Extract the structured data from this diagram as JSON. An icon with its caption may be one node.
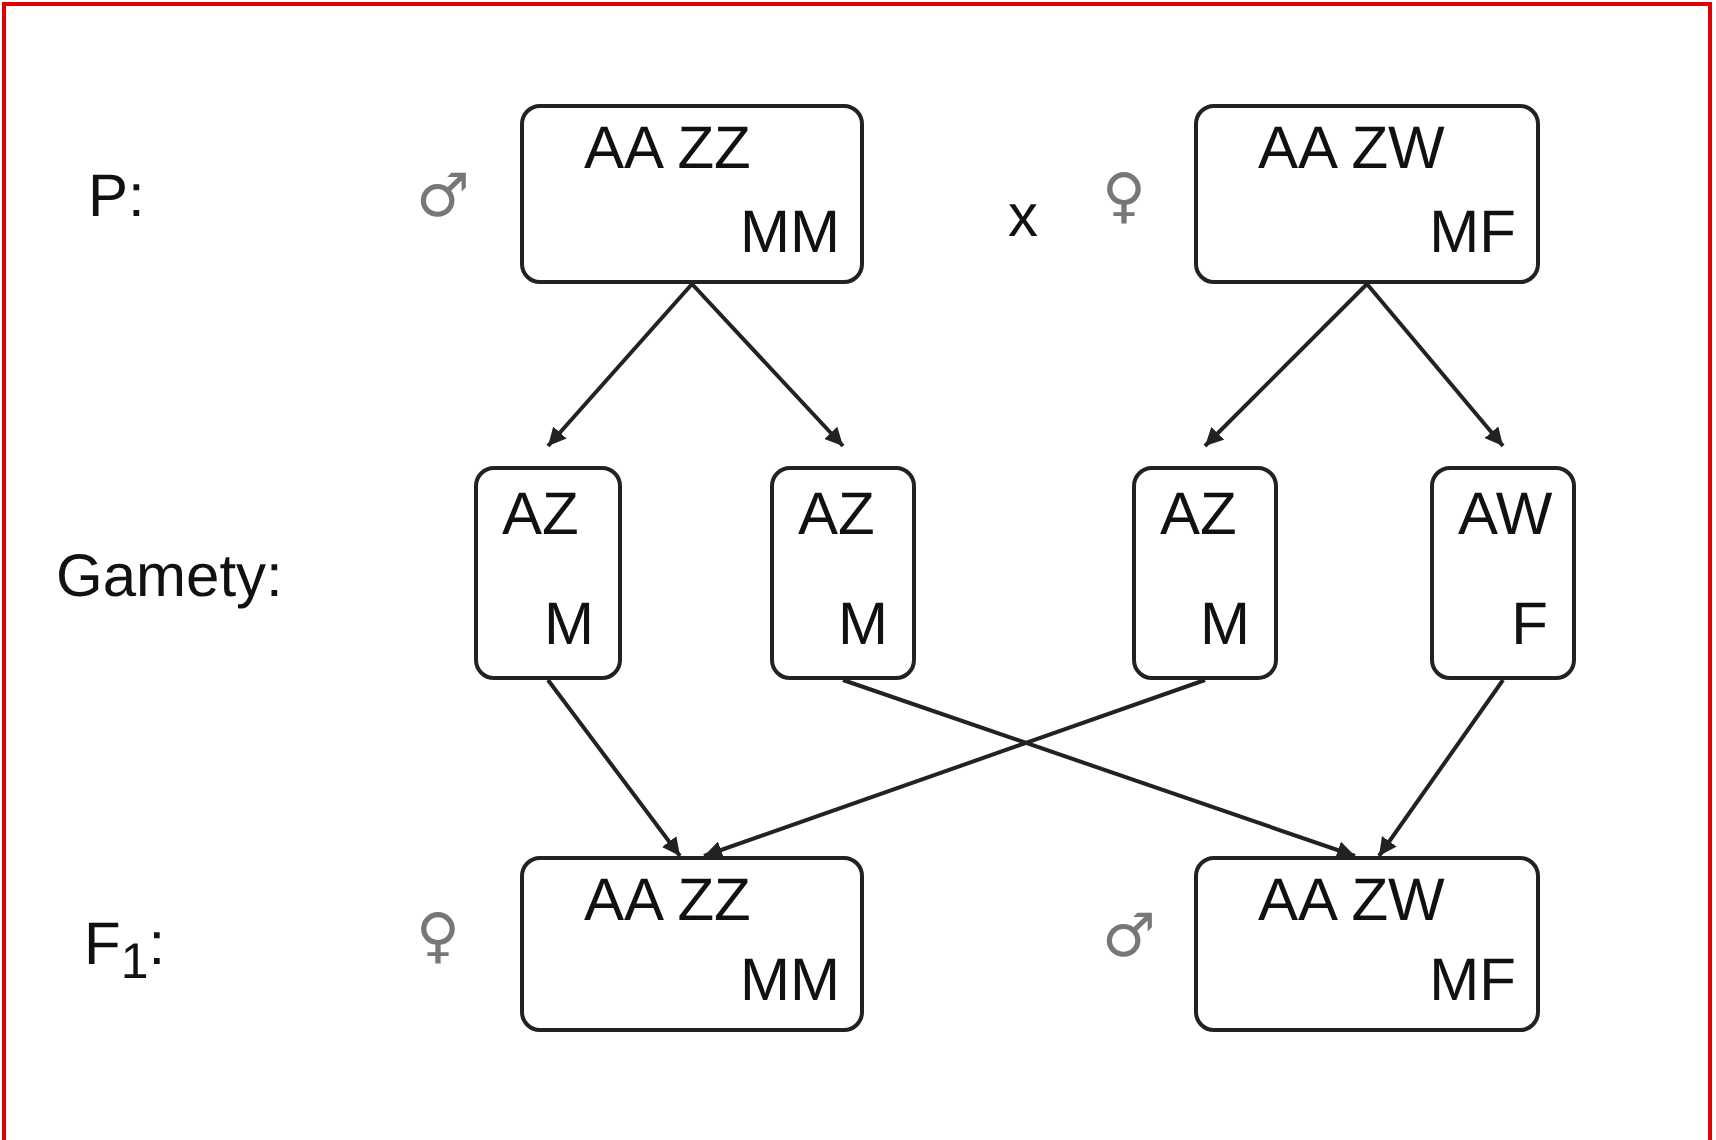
{
  "diagram": {
    "nodes": [
      {
        "text": [
          "AA ZZ",
          "MM"
        ],
        "beside": [
          "♂"
        ]
      },
      {
        "text": [
          "AA ZW",
          "MF"
        ],
        "beside": [
          "♀"
        ]
      },
      {
        "text": [
          "AZ",
          "M"
        ]
      },
      {
        "text": [
          "AZ",
          "M"
        ]
      },
      {
        "text": [
          "AZ",
          "M"
        ]
      },
      {
        "text": [
          "AW",
          "F"
        ]
      },
      {
        "text": [
          "AA ZZ",
          "MM"
        ],
        "beside": [
          "♀"
        ]
      },
      {
        "text": [
          "AA ZW",
          "MF"
        ],
        "beside": [
          "♂"
        ]
      }
    ],
    "edges": [
      {
        "from": 0,
        "to": 2,
        "arrow": "to"
      },
      {
        "from": 0,
        "to": 3,
        "arrow": "to"
      },
      {
        "from": 1,
        "to": 4,
        "arrow": "to"
      },
      {
        "from": 1,
        "to": 5,
        "arrow": "to"
      },
      {
        "from": 2,
        "to": 6,
        "arrow": "to"
      },
      {
        "from": 4,
        "to": 6,
        "arrow": "to"
      },
      {
        "from": 3,
        "to": 7,
        "arrow": "to"
      },
      {
        "from": 5,
        "to": 7,
        "arrow": "to"
      }
    ],
    "labels": [
      "P:",
      "x",
      "Gamety:",
      "F$_{1}$:"
    ]
  }
}
